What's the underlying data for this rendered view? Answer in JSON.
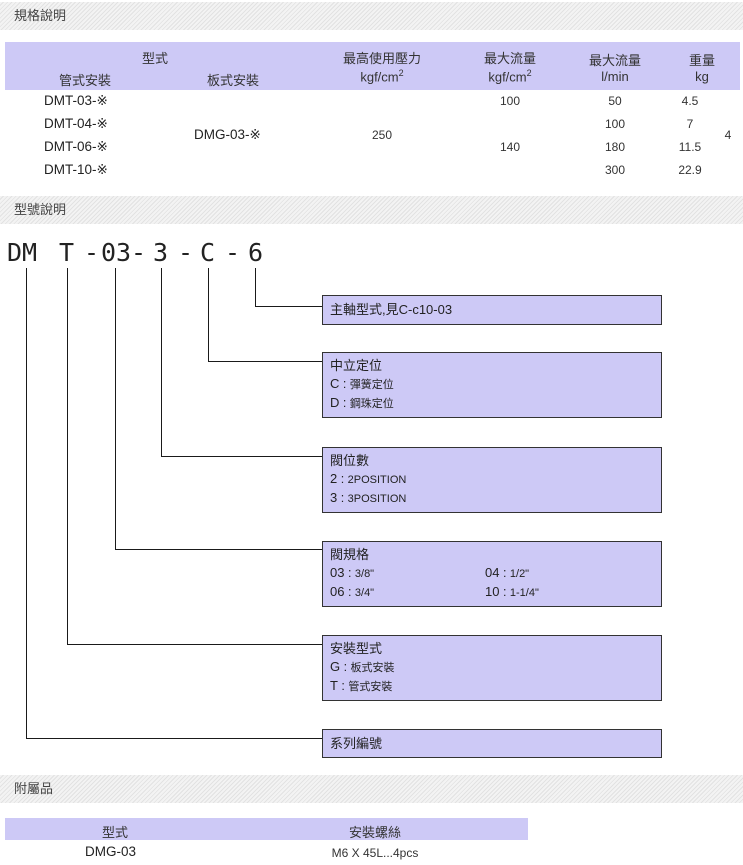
{
  "sections": {
    "spec": "規格說明",
    "model": "型號說明",
    "accessory": "附屬品"
  },
  "spec_table": {
    "headers": {
      "type": "型式",
      "pipe": "管式安裝",
      "plate": "板式安裝",
      "pressure": "最高使用壓力",
      "pressure_unit": "kgf/cm",
      "flow1": "最大流量",
      "flow1_unit": "kgf/cm",
      "flow2": "最大流量",
      "flow2_unit": "l/min",
      "weight": "重量",
      "weight_unit": "kg",
      "sup": "2"
    },
    "rows": [
      {
        "pipe": "DMT-03-※",
        "flow1": "100",
        "flow2": "50",
        "weight": "4.5"
      },
      {
        "pipe": "DMT-04-※",
        "flow1": "",
        "flow2": "100",
        "weight": "7"
      },
      {
        "pipe": "DMT-06-※",
        "flow1": "140",
        "flow2": "180",
        "weight": "11.5"
      },
      {
        "pipe": "DMT-10-※",
        "flow1": "",
        "flow2": "300",
        "weight": "22.9"
      }
    ],
    "plate_model": "DMG-03-※",
    "pressure_value": "250",
    "plate_weight": "4"
  },
  "model_code": {
    "parts": [
      "DM",
      "T",
      "-",
      "03",
      "-",
      "3",
      "-",
      "C",
      "-",
      "6"
    ]
  },
  "boxes": {
    "shaft": {
      "title": "主軸型式,見C-c10-03"
    },
    "center": {
      "title": "中立定位",
      "items": [
        {
          "k": "C",
          "v": "彈簧定位"
        },
        {
          "k": "D",
          "v": "鋼珠定位"
        }
      ]
    },
    "position": {
      "title": "閥位數",
      "items": [
        {
          "k": "2",
          "v": "2POSITION"
        },
        {
          "k": "3",
          "v": "3POSITION"
        }
      ]
    },
    "size": {
      "title": "閥規格",
      "items": [
        {
          "k": "03",
          "v": "3/8\""
        },
        {
          "k": "04",
          "v": "1/2\""
        },
        {
          "k": "06",
          "v": "3/4\""
        },
        {
          "k": "10",
          "v": "1-1/4\""
        }
      ]
    },
    "mount": {
      "title": "安裝型式",
      "items": [
        {
          "k": "G",
          "v": "板式安裝"
        },
        {
          "k": "T",
          "v": "管式安裝"
        }
      ]
    },
    "series": {
      "title": "系列編號"
    }
  },
  "accessory_table": {
    "headers": {
      "type": "型式",
      "screw": "安裝螺絲"
    },
    "rows": [
      {
        "type": "DMG-03",
        "screw": "M6 X 45L...4pcs"
      }
    ]
  }
}
